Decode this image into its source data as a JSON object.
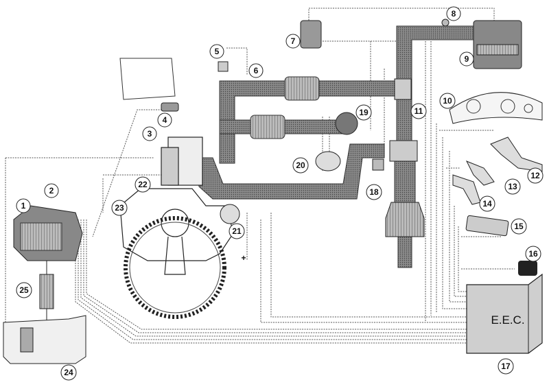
{
  "callouts": [
    "1",
    "2",
    "3",
    "4",
    "5",
    "6",
    "7",
    "8",
    "9",
    "10",
    "11",
    "12",
    "13",
    "14",
    "15",
    "16",
    "17",
    "18",
    "19",
    "20",
    "21",
    "22",
    "23",
    "24",
    "25"
  ],
  "eec_label": "E.E.C.",
  "plus_sign": "+",
  "colors": {
    "ink": "#111111",
    "pipe": "#6b6b6b",
    "pipe_light": "#9a9a9a",
    "paper": "#ffffff",
    "wire": "#555555"
  }
}
